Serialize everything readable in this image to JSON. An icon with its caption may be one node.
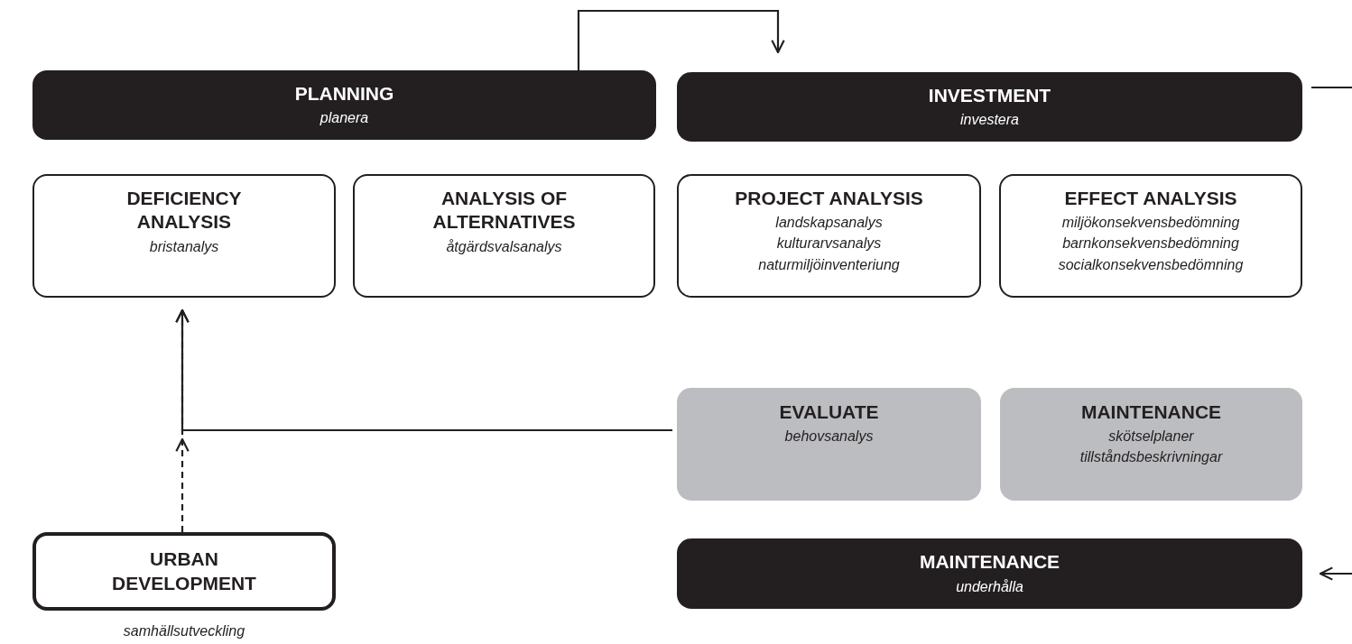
{
  "diagram": {
    "nodes": [
      {
        "text": [
          "PLANNING",
          "planera"
        ]
      },
      {
        "text": [
          "INVESTMENT",
          "investera"
        ]
      },
      {
        "text": [
          "DEFICIENCY ANALYSIS",
          "bristanalys"
        ]
      },
      {
        "text": [
          "ANALYSIS OF ALTERNATIVES",
          "åtgärdsvalsanalys"
        ]
      },
      {
        "text": [
          "PROJECT ANALYSIS",
          "landskapsanalys kulturarvsanalys naturmiljöinventeriung"
        ]
      },
      {
        "text": [
          "EFFECT ANALYSIS",
          "miljökonsekvensbedömning barnkonsekvensbedömning socialkonsekvensbedömning"
        ]
      },
      {
        "text": [
          "EVALUATE",
          "behovsanalys"
        ]
      },
      {
        "text": [
          "MAINTENANCE",
          "skötselplaner tillståndsbeskrivningar"
        ]
      },
      {
        "text": [
          "URBAN DEVELOPMENT"
        ],
        "beside": [
          "samhällsutveckling"
        ]
      },
      {
        "text": [
          "MAINTENANCE",
          "underhålla"
        ]
      }
    ],
    "edges": [
      {
        "from": 0,
        "to": 1,
        "arrow": "to"
      },
      {
        "from": 6,
        "to": 2,
        "arrow": "to"
      },
      {
        "from": 8,
        "to": 2,
        "arrow": "to",
        "style": "dashed"
      },
      {
        "from": 1,
        "to": null,
        "arrow": "none"
      },
      {
        "from": null,
        "to": 9,
        "arrow": "to"
      }
    ]
  }
}
